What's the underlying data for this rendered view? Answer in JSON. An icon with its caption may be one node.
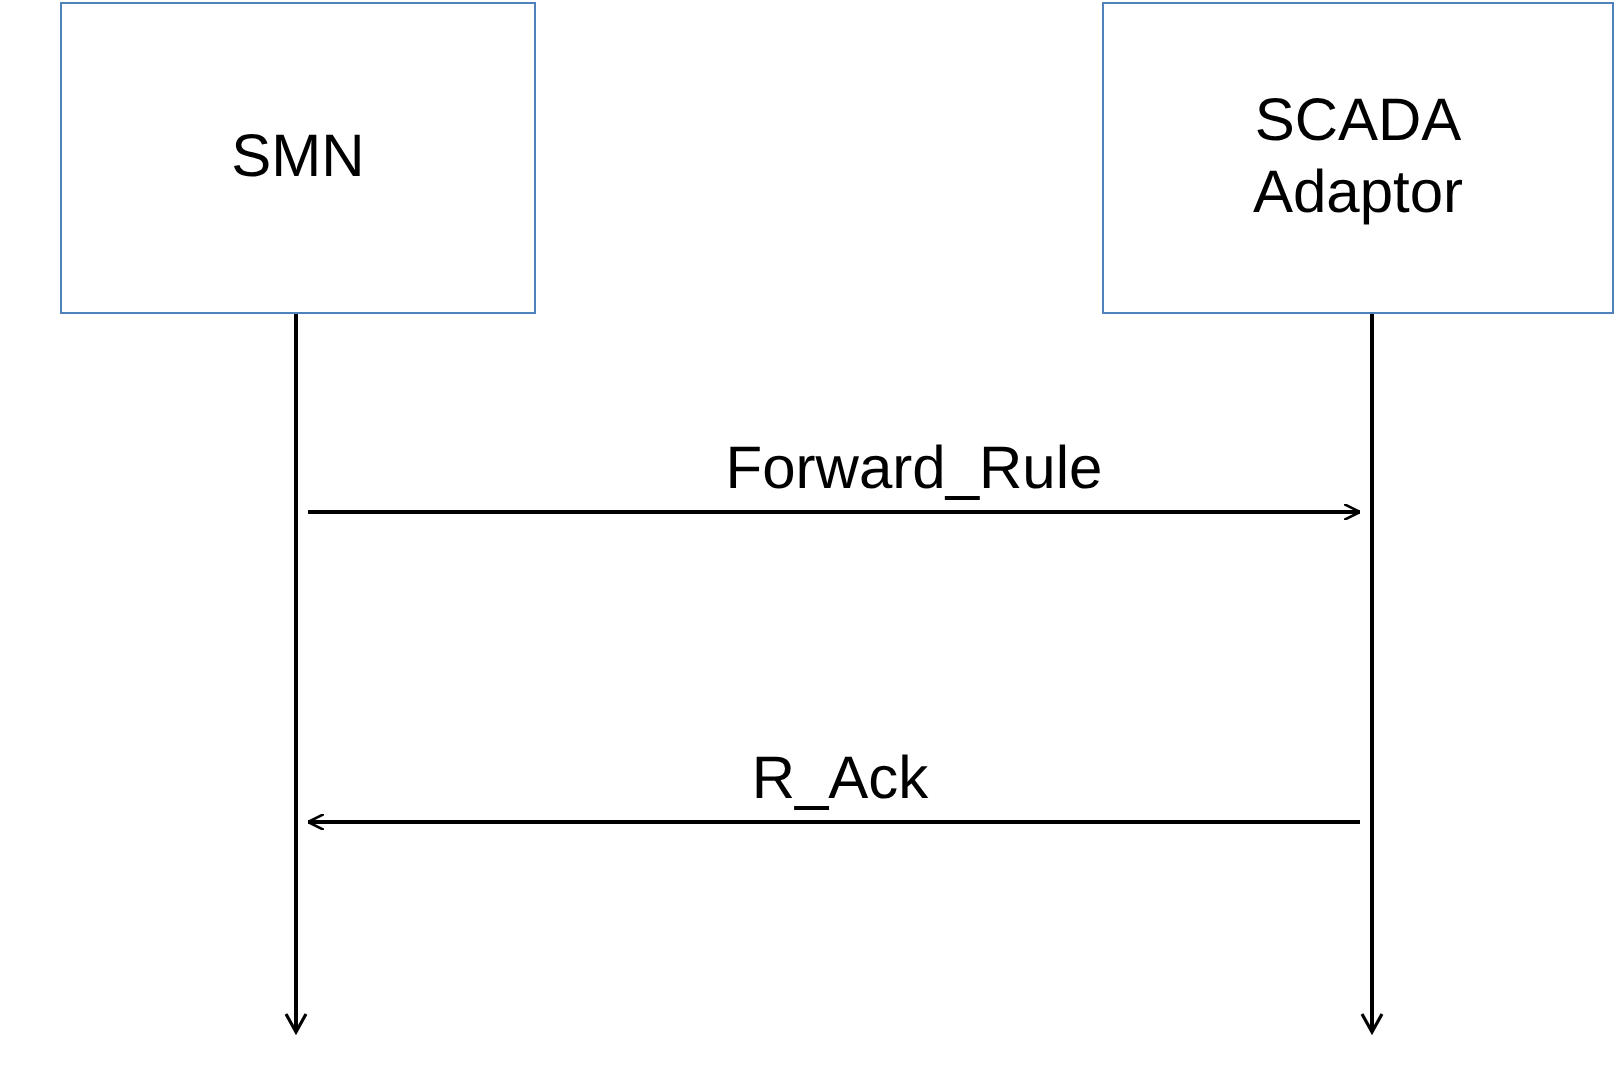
{
  "diagram": {
    "nodes": [
      {
        "text": [
          "SMN"
        ]
      },
      {
        "text": [
          "SCADA Adaptor"
        ]
      },
      {
        "text": [],
        "shape": "line"
      },
      {
        "text": [],
        "shape": "line"
      }
    ],
    "edges": [
      {
        "from": 2,
        "to": 3,
        "arrow": "to",
        "label": "Forward_Rule"
      },
      {
        "from": 3,
        "to": 2,
        "arrow": "to",
        "label": "R_Ack"
      }
    ]
  }
}
